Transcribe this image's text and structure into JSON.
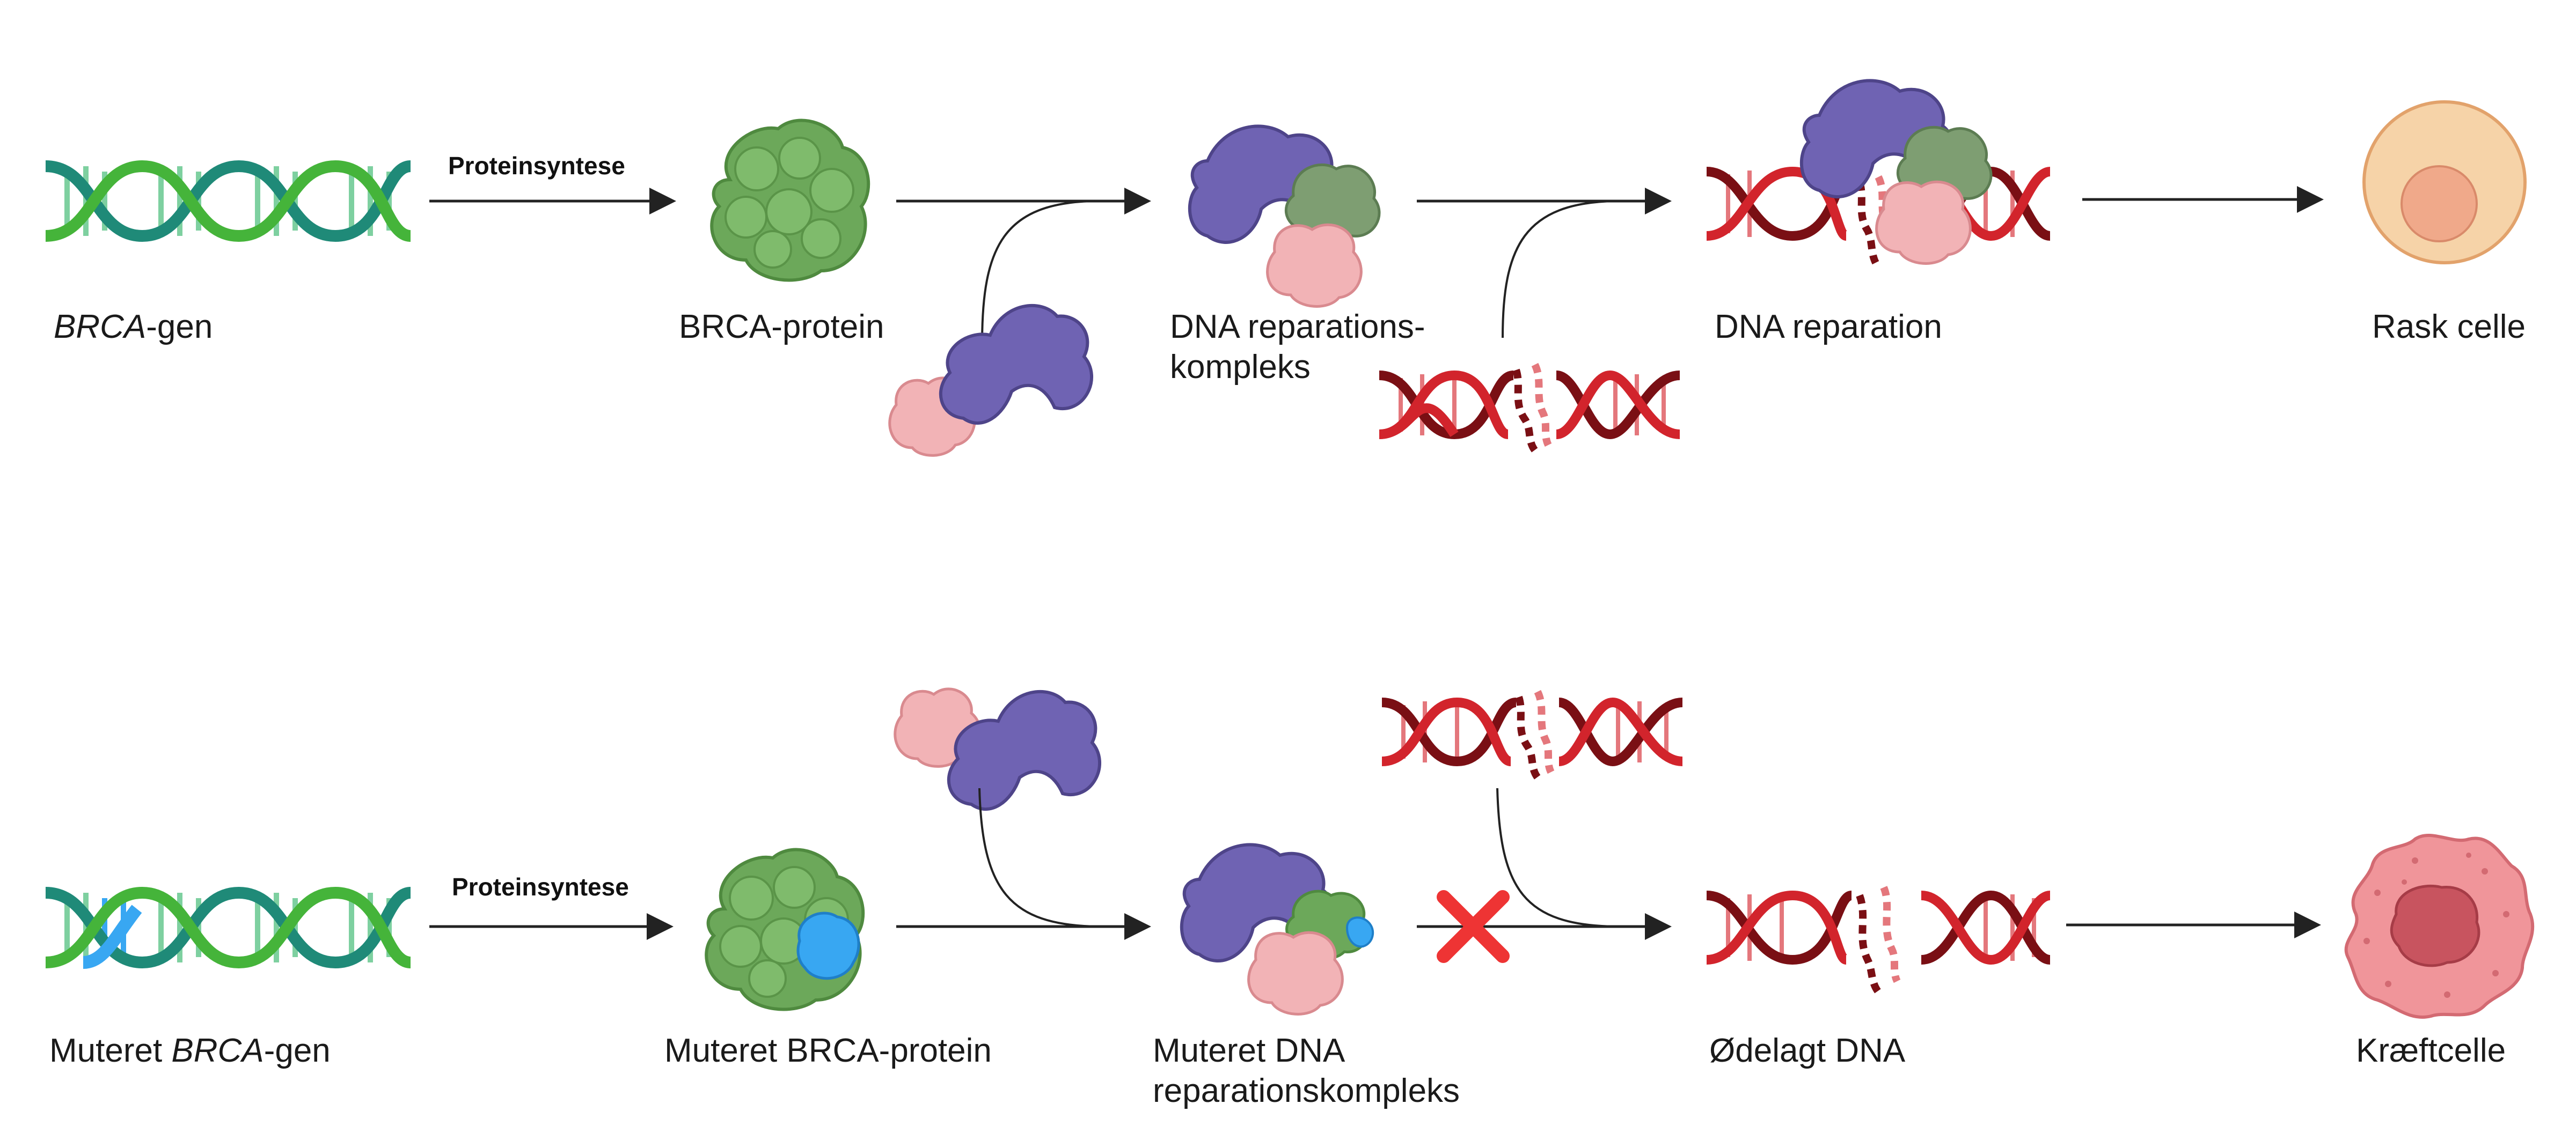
{
  "colors": {
    "dna_green_dark": "#1f8a78",
    "dna_green_light": "#45b43a",
    "mutation_blue": "#38a7f2",
    "dna_red_dark": "#7a0f14",
    "dna_red_light": "#d2242c",
    "brca_protein": "#6ca85a",
    "purple_protein": "#6f63b3",
    "pink_protein": "#f2b3b6",
    "healthy_cell": "#f6d3a8",
    "cancer_cell": "#f0959a",
    "x_mark": "#ee3434"
  },
  "top_row": {
    "gene_label_italic": "BRCA",
    "gene_label_suffix": "-gen",
    "step_label": "Proteinsyntese",
    "protein_label": "BRCA-protein",
    "complex_label_line1": "DNA reparations-",
    "complex_label_line2": "kompleks",
    "repair_label": "DNA reparation",
    "cell_label": "Rask celle"
  },
  "bottom_row": {
    "gene_label_prefix": "Muteret ",
    "gene_label_italic": "BRCA",
    "gene_label_suffix": "-gen",
    "step_label": "Proteinsyntese",
    "protein_label": "Muteret BRCA-protein",
    "complex_label_line1": "Muteret DNA",
    "complex_label_line2": "reparationskompleks",
    "damaged_label": "Ødelagt DNA",
    "cell_label": "Kræftcelle"
  },
  "icons": [
    "dna-helix-icon",
    "brca-protein-icon",
    "purple-protein-icon",
    "pink-protein-icon",
    "broken-dna-icon",
    "healthy-cell-icon",
    "cancer-cell-icon",
    "x-mark-icon"
  ]
}
